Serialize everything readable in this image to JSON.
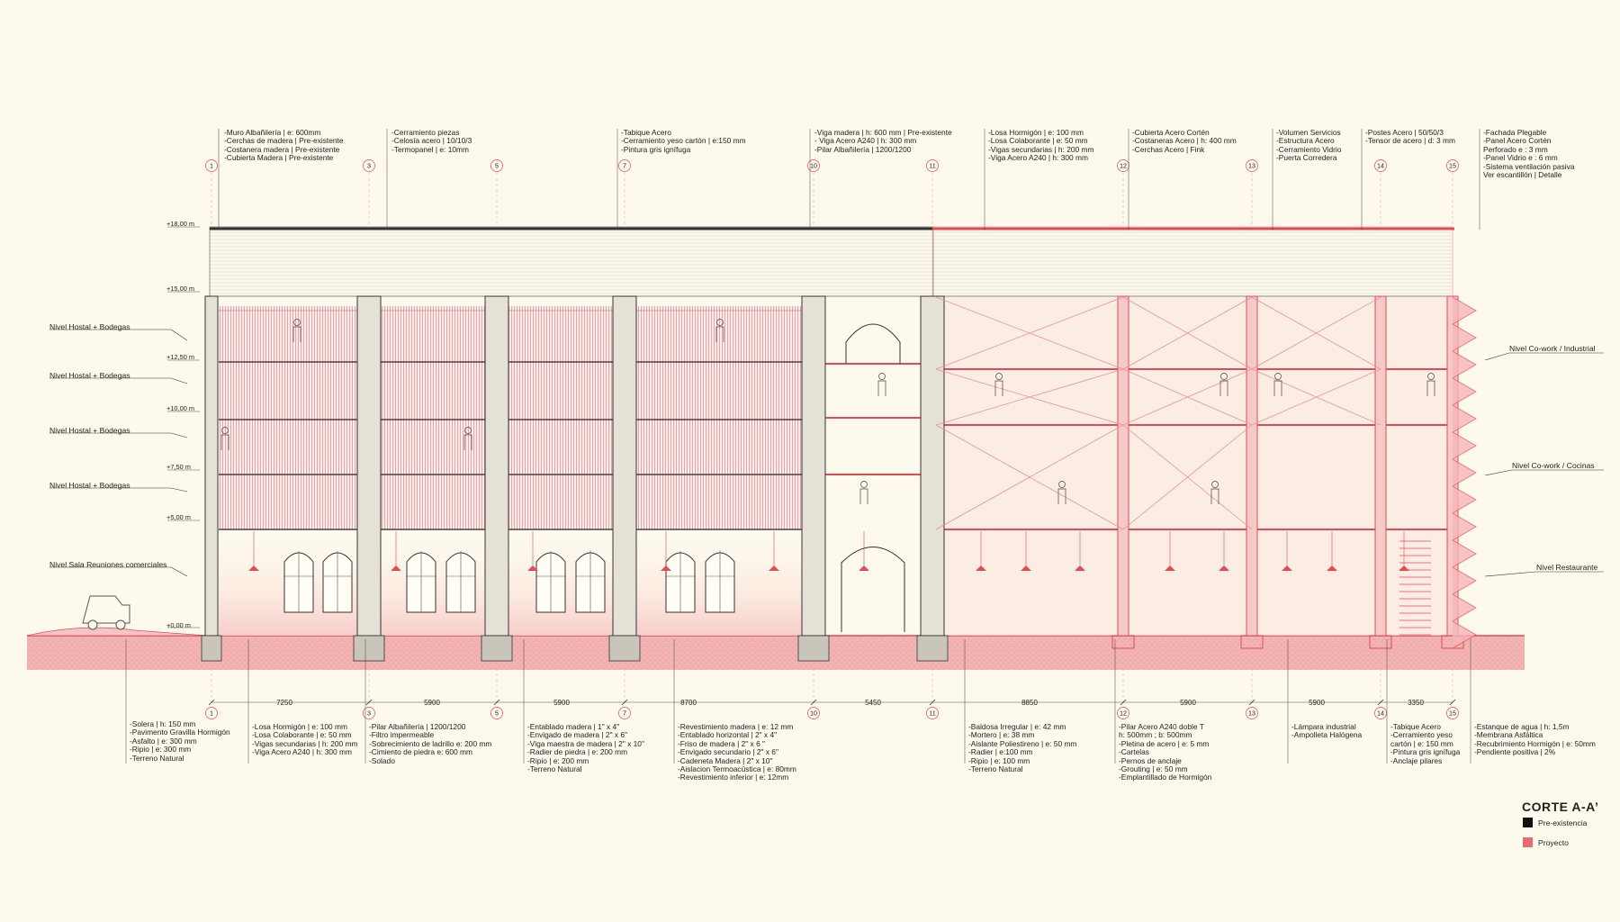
{
  "title": "CORTE A-A’",
  "legend": [
    {
      "label": "Pre-existencia",
      "color": "#111111"
    },
    {
      "label": "Proyecto",
      "color": "#e86a72"
    }
  ],
  "colors": {
    "background": "#fdf9ec",
    "existing": "#555555",
    "project": "#e04b55",
    "project_fill": "#f4b7b9"
  },
  "axes": {
    "top": [
      "1",
      "3",
      "5",
      "7",
      "10",
      "11",
      "12",
      "13",
      "14",
      "15"
    ],
    "bottom": [
      "1",
      "3",
      "5",
      "7",
      "10",
      "11",
      "12",
      "13",
      "14",
      "15"
    ]
  },
  "dimensions": [
    "7250",
    "5900",
    "5900",
    "8700",
    "5450",
    "8850",
    "5900",
    "5900",
    "3350"
  ],
  "elevations": [
    "+18,00 m",
    "+15,00 m",
    "+12,50 m",
    "+10,00 m",
    "+7,50 m",
    "+5,00 m",
    "+0,00 m"
  ],
  "levels_left": [
    "Nivel Hostal + Bodegas",
    "Nivel Hostal + Bodegas",
    "Nivel Hostal + Bodegas",
    "Nivel Hostal + Bodegas",
    "Nivel Sala Reuniones comerciales"
  ],
  "levels_right": [
    "Nivel Co-work / Industrial",
    "Nivel Co-work / Cocinas",
    "Nivel Restaurante"
  ],
  "notes_top": [
    [
      "-Muro Albañilería | e: 600mm",
      "-Cerchas de madera | Pre-existente",
      "-Costanera madera | Pre-existente",
      "-Cubierta Madera | Pre-existente"
    ],
    [
      "-Cerramiento piezas",
      "-Celosía acero | 10/10/3",
      "-Termopanel | e: 10mm"
    ],
    [
      "-Tabique Acero",
      "-Cerramiento yeso cartón | e:150 mm",
      "-Pintura gris ignífuga"
    ],
    [
      "-Viga madera | h: 600 mm | Pre-existente",
      "- Viga Acero A240 | h: 300 mm",
      "-Pilar Albañilería | 1200/1200"
    ],
    [
      "-Losa Hormigón | e: 100 mm",
      "-Losa Colaborante | e: 50 mm",
      "-Vigas secundarias | h: 200 mm",
      "-Viga Acero A240 | h: 300 mm"
    ],
    [
      "-Cubierta Acero Cortén",
      "-Costaneras Acero | h: 400 mm",
      "-Cerchas Acero | Fink"
    ],
    [
      "-Volumen Servicios",
      "-Estructura Acero",
      "-Cerramiento Vidrio",
      "-Puerta Corredera"
    ],
    [
      "-Postes Acero | 50/50/3",
      "-Tensor de acero | d: 3 mm"
    ],
    [
      "-Fachada Plegable",
      "-Panel Acero Cortén",
      "  Perforado e : 3 mm",
      "-Panel Vidrio e : 6 mm",
      "-Sistema ventilación pasiva",
      "Ver escantillón | Detalle"
    ]
  ],
  "notes_bottom": [
    [
      "-Solera | h: 150 mm",
      "-Pavimento Gravilla Hormigón",
      "-Asfalto | e: 300 mm",
      "-Ripio | e: 300 mm",
      "-Terreno Natural"
    ],
    [
      "-Losa Hormigón | e: 100 mm",
      "-Losa Colaborante | e: 50 mm",
      "-Vigas secundarias | h: 200 mm",
      "-Viga Acero A240 | h: 300 mm"
    ],
    [
      "-Pilar Albañilería | 1200/1200",
      "-Filtro impermeable",
      "-Sobrecimiento de ladrillo e: 200 mm",
      "-Cimiento de piedra e: 600 mm",
      "-Solado"
    ],
    [
      "-Entablado madera | 1\" x 4\"",
      "-Envigado de madera | 2\" x 6\"",
      "-Viga maestra de madera | 2\" x 10\"",
      "-Radier de piedra | e: 200 mm",
      "-Ripio | e: 200 mm",
      "-Terreno Natural"
    ],
    [
      "-Revestimiento madera | e: 12 mm",
      "-Entablado horizontal | 2\" x 4\"",
      "-Friso de madera | 2\" x 6 \"",
      "-Envigado secundario | 2\" x 6\"",
      "-Cadeneta Madera | 2\" x 10\"",
      "-Aislacion Termoacústica | e: 80mm",
      "-Revestimiento inferior | e: 12mm"
    ],
    [
      "-Baldosa Irregular | e: 42 mm",
      "-Mortero | e: 38 mm",
      "-Aislante Poliestireno | e: 50 mm",
      "-Radier | e:100 mm",
      "-Ripio | e: 100 mm",
      "-Terreno Natural"
    ],
    [
      "-Pilar Acero A240 doble T",
      "  h: 500mm ; b: 500mm",
      "-Pletina de acero | e: 5 mm",
      "-Cartelas",
      "-Pernos de anclaje",
      "-Grouting | e: 50 mm",
      "-Emplantillado de Hormigón"
    ],
    [
      "-Lámpara industrial",
      "-Ampolleta Halógena"
    ],
    [
      "-Tabique Acero",
      "-Cerramiento yeso",
      "  cartón | e: 150 mm",
      "-Pintura gris ignífuga",
      "-Anclaje pilares"
    ],
    [
      "-Estanque de agua | h: 1,5m",
      "-Membrana Asfáltica",
      "-Recubrimiento Hormigón | e: 50mm",
      "-Pendiente positiva | 2%"
    ]
  ]
}
